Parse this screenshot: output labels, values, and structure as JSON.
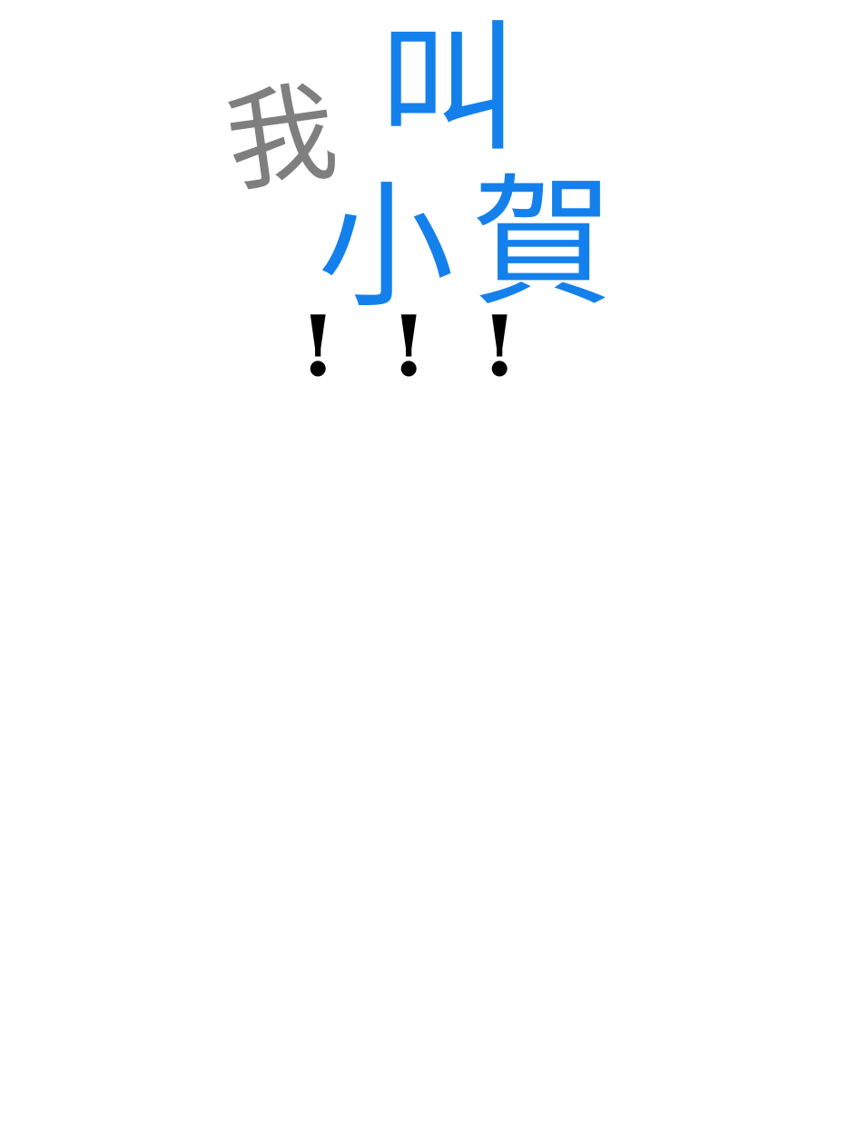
{
  "text": {
    "char_1": "我",
    "char_2": "叫",
    "char_3": "小",
    "char_4": "賀",
    "exclamation_1": "!",
    "exclamation_2": "!",
    "exclamation_3": "!"
  },
  "colors": {
    "background": "#ffffff",
    "gray_text": "#7f7f7f",
    "blue_text": "#1480ec",
    "black_text": "#000000"
  }
}
